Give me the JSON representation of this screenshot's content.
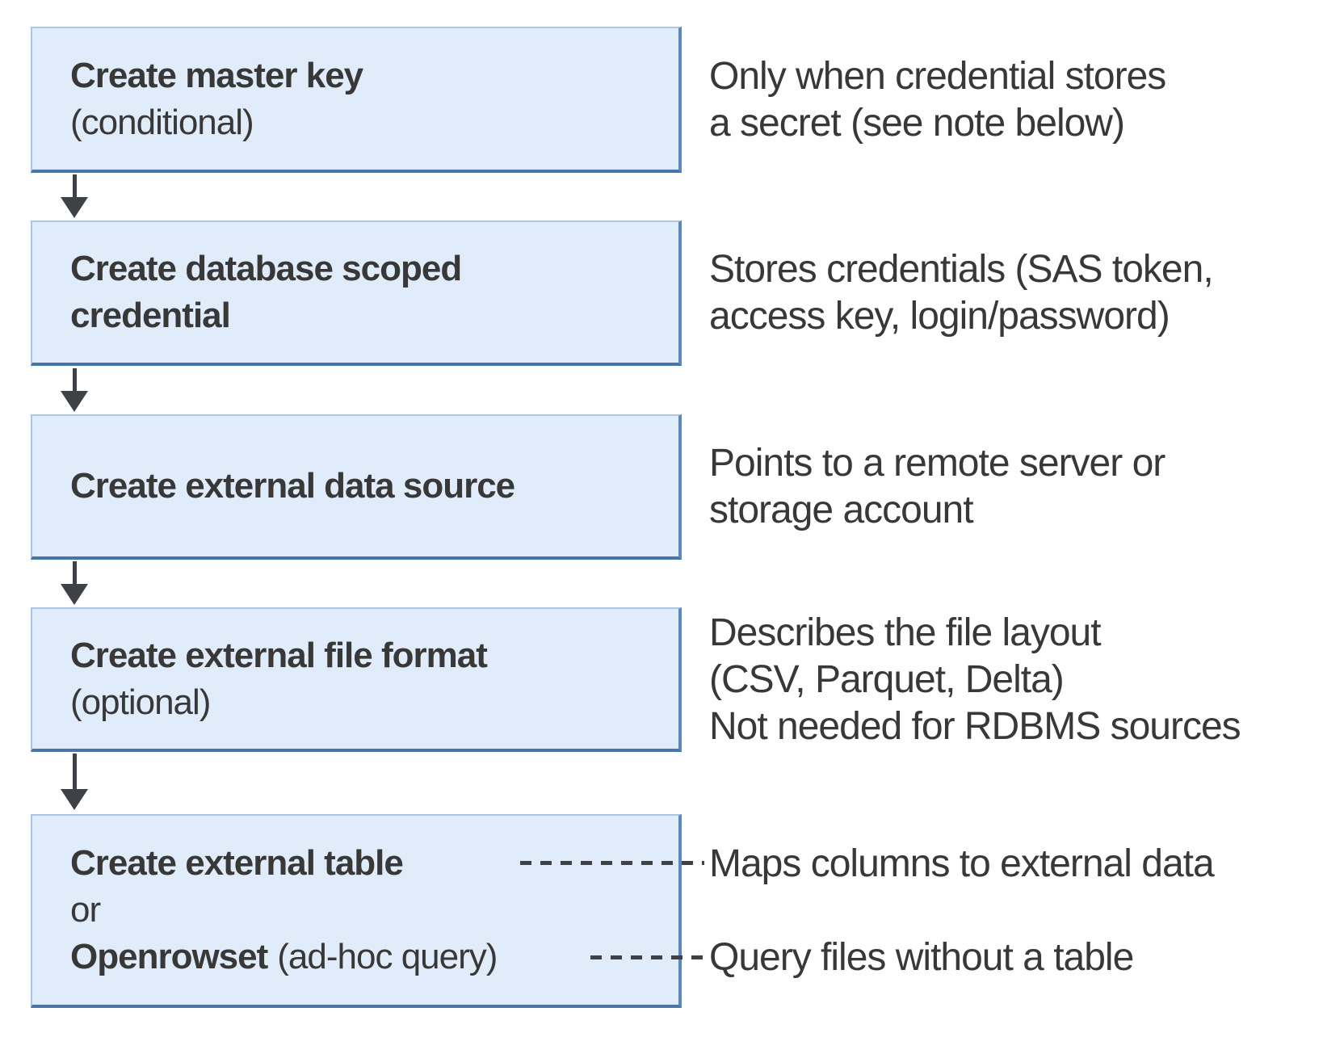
{
  "colors": {
    "box-fill": "#e1ecfa",
    "border-light": "#a9c6e8",
    "border-right": "#5d89ba",
    "border-bottom": "#4874a8",
    "text-dark": "#383838",
    "arrow-color": "#3e4247"
  },
  "steps": [
    {
      "title": "Create master key",
      "subtitle": "(conditional)",
      "note_line1": "Only when credential stores",
      "note_line2": "a secret (see note below)"
    },
    {
      "title_line1": "Create database scoped",
      "title_line2": "credential",
      "note_line1": "Stores credentials (SAS token,",
      "note_line2": "access key, login/password)"
    },
    {
      "title": "Create external data source",
      "note_line1": "Points to a remote server or",
      "note_line2": "storage account"
    },
    {
      "title": "Create external file format",
      "subtitle": "(optional)",
      "note_line1": "Describes the file layout",
      "note_line2": "(CSV, Parquet, Delta)",
      "note_line3": "Not needed for RDBMS sources"
    },
    {
      "title_option1": "Create external table",
      "conjunction": "or",
      "title_option2_bold": "Openrowset",
      "title_option2_rest": "(ad-hoc query)",
      "note_option1": "Maps columns to external data",
      "note_option2": "Query files without a table"
    }
  ]
}
